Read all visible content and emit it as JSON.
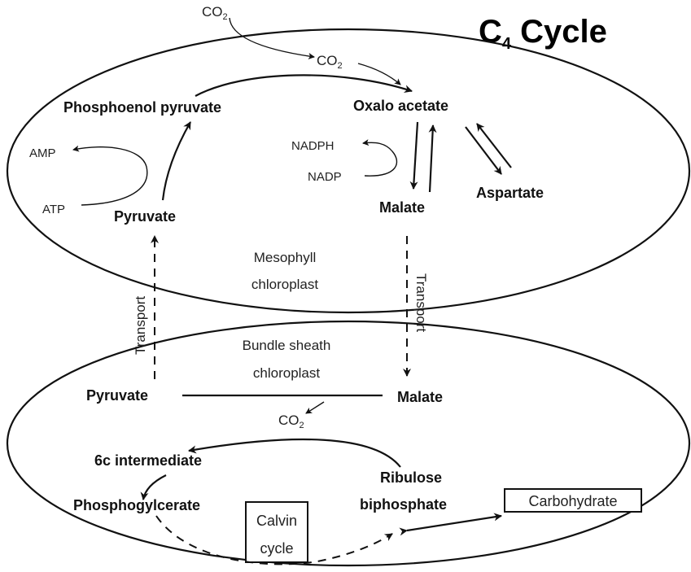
{
  "title": {
    "main": "C",
    "sub": "4",
    "rest": " Cycle"
  },
  "co2": {
    "label": "CO",
    "sub": "2"
  },
  "mesophyll": {
    "compartment_label_line1": "Mesophyll",
    "compartment_label_line2": "chloroplast",
    "phosphoenol_pyruvate": "Phosphoenol pyruvate",
    "oxalo_acetate": "Oxalo acetate",
    "amp": "AMP",
    "atp": "ATP",
    "nadph": "NADPH",
    "nadp": "NADP",
    "pyruvate": "Pyruvate",
    "malate": "Malate",
    "aspartate": "Aspartate"
  },
  "transport_label": "Transport",
  "bundle_sheath": {
    "compartment_label_line1": "Bundle sheath",
    "compartment_label_line2": "chloroplast",
    "pyruvate": "Pyruvate",
    "malate": "Malate",
    "intermediate": "6c intermediate",
    "phosphoglycerate": "Phosphogylcerate",
    "ribulose_line1": "Ribulose",
    "ribulose_line2": "biphosphate",
    "calvin_line1": "Calvin",
    "calvin_line2": "cycle",
    "carbohydrate": "Carbohydrate"
  }
}
